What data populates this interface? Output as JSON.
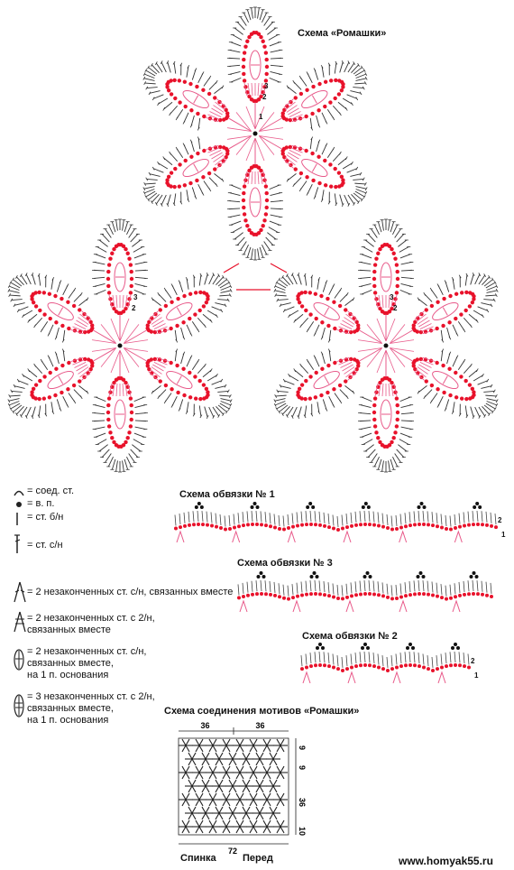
{
  "titles": {
    "main_scheme": "Схема «Ромашки»",
    "edging_1": "Схема обвязки № 1",
    "edging_3": "Схема обвязки № 3",
    "edging_2": "Схема обвязки № 2",
    "joining": "Схема соединения мотивов «Ромашки»"
  },
  "legend": [
    {
      "icon": "slip-stitch-icon",
      "text": "= соед. ст."
    },
    {
      "icon": "chain-stitch-icon",
      "text": "= в. п."
    },
    {
      "icon": "single-crochet-icon",
      "text": "= ст. б/н"
    },
    {
      "icon": "double-crochet-icon",
      "text": "= ст. с/н"
    },
    {
      "icon": "dc2tog-icon",
      "text": "= 2 незаконченных ст. с/н, связанных вместе"
    },
    {
      "icon": "tr2tog-icon",
      "text": "= 2 незаконченных ст. с 2/н,\nсвязанных вместе"
    },
    {
      "icon": "dc-cluster-icon",
      "text": "= 2 незаконченных ст. с/н,\nсвязанных вместе,\nна 1 п. основания"
    },
    {
      "icon": "tr-cluster-icon",
      "text": "= 3 незаконченных ст. с 2/н,\nсвязанных вместе,\nна 1 п. основания"
    }
  ],
  "row_numbers": {
    "r1": "1",
    "r2": "2",
    "r3": "3"
  },
  "dimensions": {
    "top_left": "36",
    "top_right": "36",
    "side_9a": "9",
    "side_9b": "9",
    "side_36": "36",
    "side_10": "10",
    "bottom": "72"
  },
  "labels": {
    "back": "Спинка",
    "front": "Перед"
  },
  "website": "www.homyak55.ru",
  "colors": {
    "red": "#e8122b",
    "pink": "#e85a8a",
    "ink": "#222222"
  }
}
